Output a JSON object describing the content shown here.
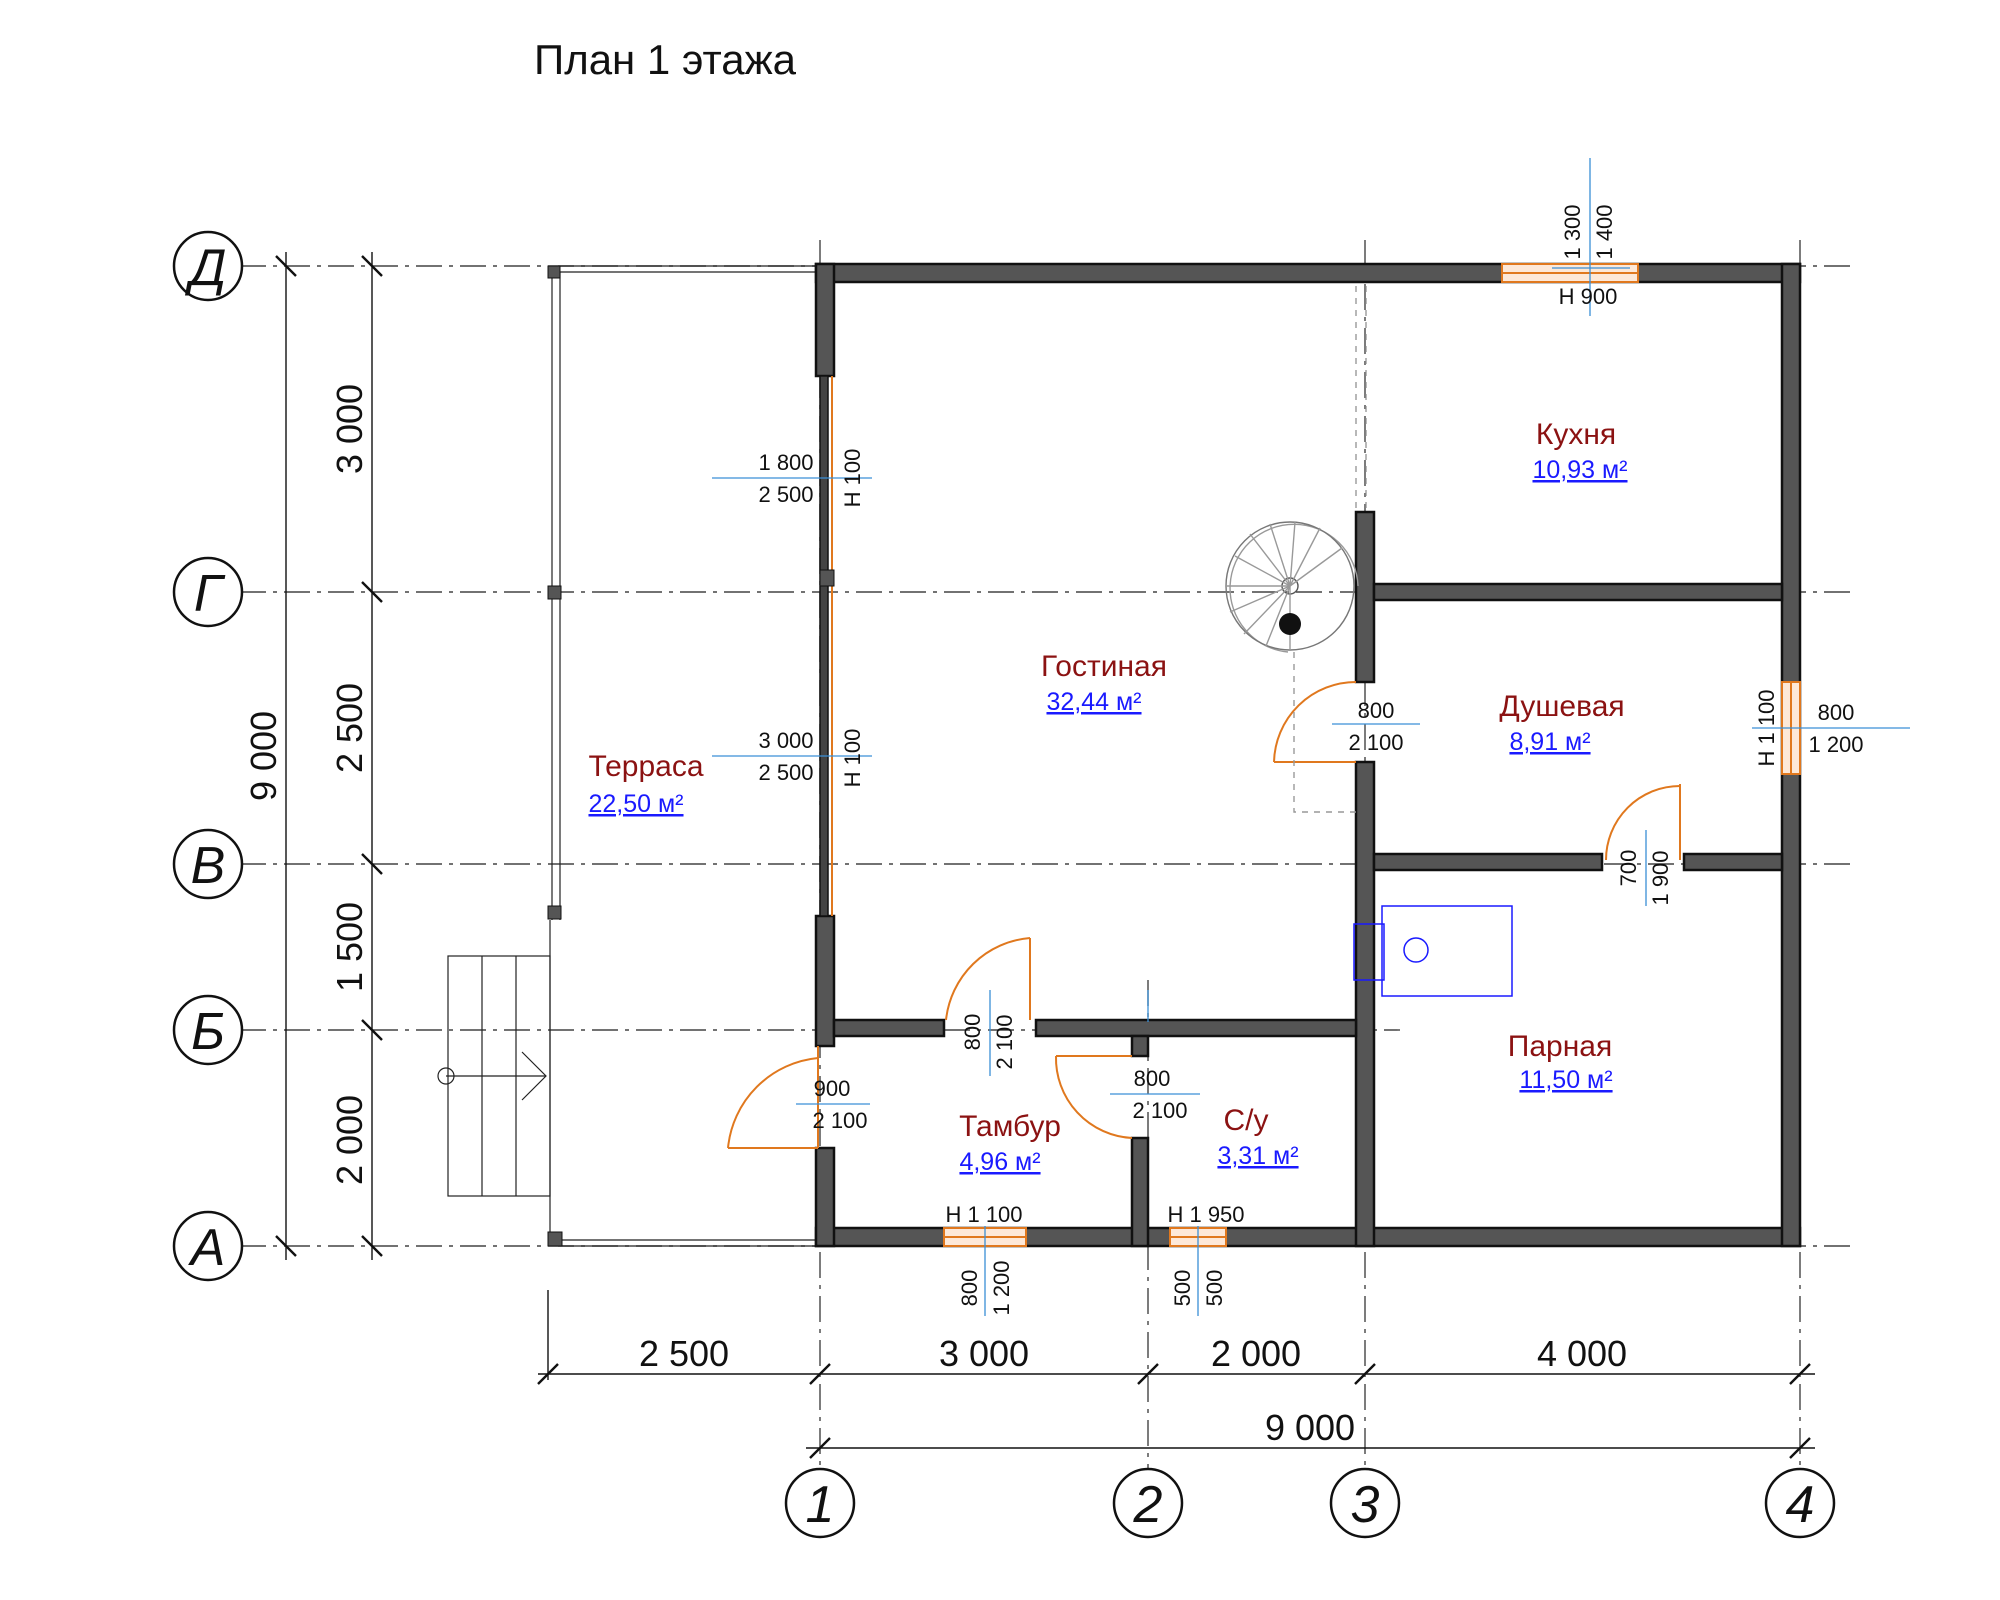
{
  "title": "План 1 этажа",
  "axes": {
    "rows": [
      "Д",
      "Г",
      "В",
      "Б",
      "А"
    ],
    "cols": [
      "1",
      "2",
      "3",
      "4"
    ]
  },
  "dims": {
    "left_segments": [
      "3 000",
      "2 500",
      "1 500",
      "2 000"
    ],
    "left_total": "9 000",
    "bottom_segments": [
      "2 500",
      "3 000",
      "2 000",
      "4 000"
    ],
    "bottom_total": "9 000"
  },
  "rooms": [
    {
      "name": "Кухня",
      "area": "10,93 м²"
    },
    {
      "name": "Гостиная",
      "area": "32,44 м²"
    },
    {
      "name": "Терраса",
      "area": "22,50 м²"
    },
    {
      "name": "Душевая",
      "area": "8,91 м²"
    },
    {
      "name": "Парная",
      "area": "11,50 м²"
    },
    {
      "name": "Тамбур",
      "area": "4,96 м²"
    },
    {
      "name": "С/у",
      "area": "3,31 м²"
    }
  ],
  "openings": {
    "top_window": {
      "w": "1 300",
      "h": "1 400",
      "sill": "Н 900"
    },
    "glass_top": {
      "w": "1 800",
      "h": "2 500",
      "sill": "Н 100"
    },
    "glass_mid": {
      "w": "3 000",
      "h": "2 500",
      "sill": "Н 100"
    },
    "door_living_shower": {
      "w": "800",
      "h": "2 100"
    },
    "window_shower": {
      "sill": "Н 1 100",
      "w": "800",
      "h": "1 200"
    },
    "door_steam": {
      "w": "700",
      "h": "1 900"
    },
    "door_tambur": {
      "w": "800",
      "h": "2 100"
    },
    "door_entry": {
      "w": "900",
      "h": "2 100"
    },
    "door_wc": {
      "w": "800",
      "h": "2 100"
    },
    "window_tambur": {
      "sill": "Н 1 100",
      "w": "800",
      "h": "1 200"
    },
    "window_wc": {
      "sill": "Н 1 950",
      "w": "500",
      "h": "500"
    }
  },
  "colors": {
    "wall": "#555555",
    "room_name": "#8b1212",
    "area": "#1a1aff",
    "opening": "#e0781e"
  }
}
